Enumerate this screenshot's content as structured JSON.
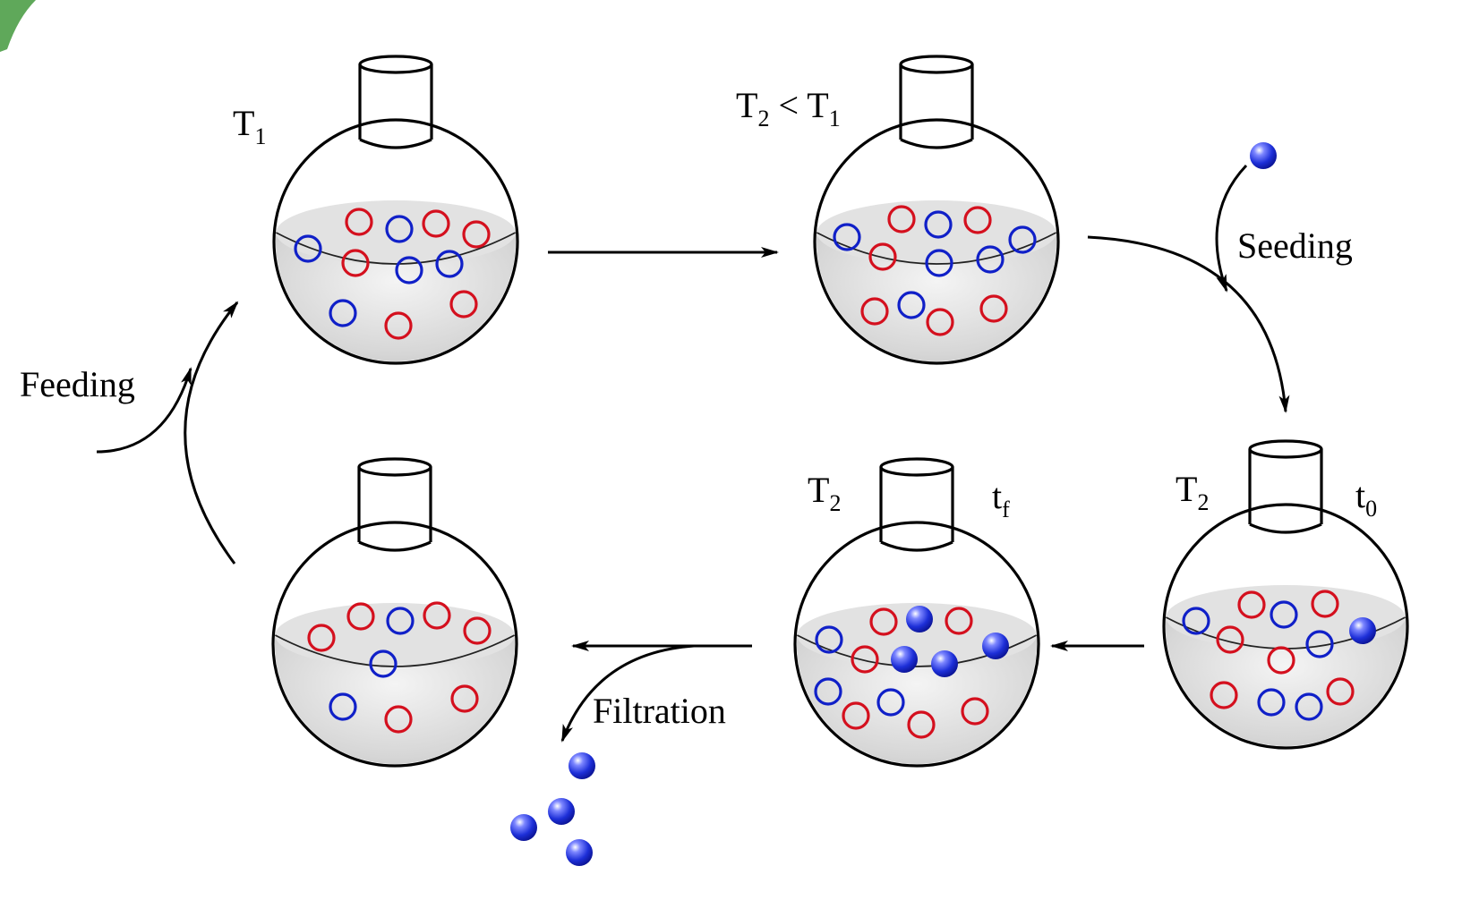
{
  "colors": {
    "red_species": "#d4101e",
    "blue_species": "#1020c8",
    "crystal_fill": "#1d2fd8",
    "liquid": "#d9d9d9",
    "outline": "#000000",
    "corner_accent": "#5fa85a"
  },
  "labels": {
    "t1_main": "T",
    "t1_sub": "1",
    "t2lt_main": "T",
    "t2lt_sub": "2",
    "t2lt_rel": " < T",
    "t2lt_sub2": "1",
    "seeding": "Seeding",
    "t2a_main": "T",
    "t2a_sub": "2",
    "t0_main": "t",
    "t0_sub": "0",
    "t2b_main": "T",
    "t2b_sub": "2",
    "tf_main": "t",
    "tf_sub": "f",
    "feeding": "Feeding",
    "filtration": "Filtration"
  },
  "flasks": [
    {
      "id": "flask-initial-t1",
      "state": "dissolved racemate at T1"
    },
    {
      "id": "flask-cooled-t2",
      "state": "supersaturated solution at T2 < T1"
    },
    {
      "id": "flask-seeded-t0",
      "state": "seeded at T2, time t0"
    },
    {
      "id": "flask-crystallized-tf",
      "state": "crystallized at T2, time tf"
    },
    {
      "id": "flask-mother-liquor",
      "state": "mother liquor after filtration"
    }
  ],
  "legend_icons": [
    "red-open-circle-icon",
    "blue-open-circle-icon",
    "blue-filled-sphere-icon"
  ]
}
